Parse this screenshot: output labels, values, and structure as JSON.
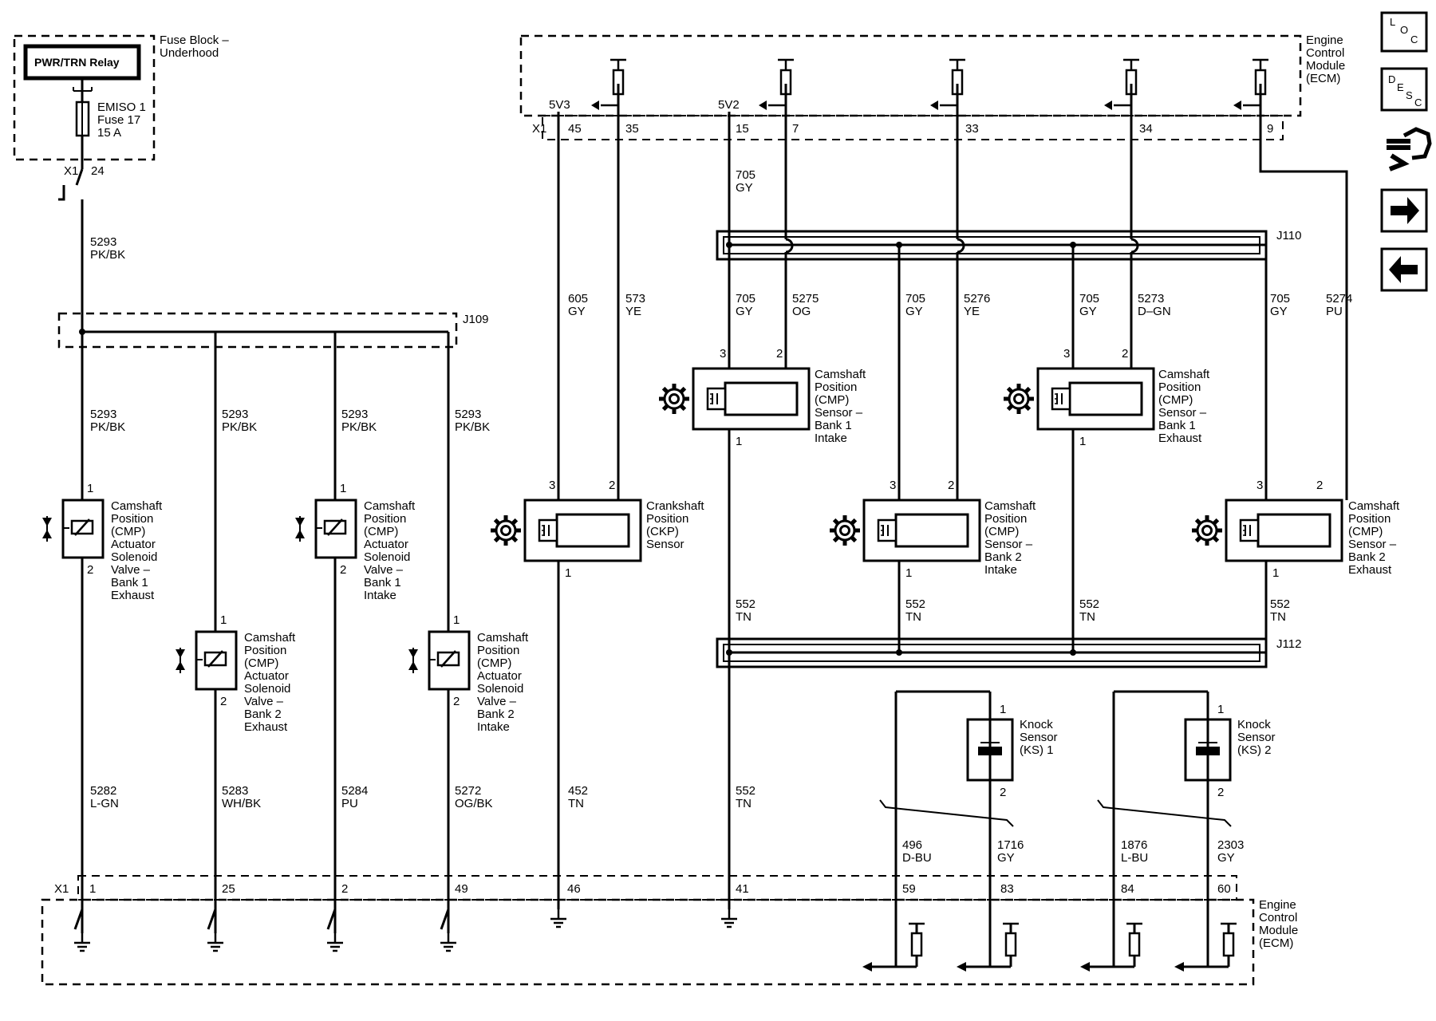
{
  "fuse_block": {
    "title_line1": "Fuse Block –",
    "title_line2": "Underhood",
    "relay": "PWR/TRN Relay",
    "fuse_line1": "EMISO 1",
    "fuse_line2": "Fuse 17",
    "fuse_line3": "15 A",
    "connector": "X1",
    "pin": "24"
  },
  "ecm_top": {
    "title": [
      "Engine",
      "Control",
      "Module",
      "(ECM)"
    ],
    "connector": "X1",
    "ref_5v3": "5V3",
    "ref_5v2": "5V2",
    "pins": [
      "45",
      "35",
      "15",
      "7",
      "33",
      "34",
      "9"
    ]
  },
  "ecm_bottom": {
    "title": [
      "Engine",
      "Control",
      "Module",
      "(ECM)"
    ],
    "connector": "X1",
    "pins": [
      "1",
      "25",
      "2",
      "49",
      "46",
      "41",
      "59",
      "83",
      "84",
      "60"
    ]
  },
  "splices": {
    "j109": "J109",
    "j110": "J110",
    "j112": "J112"
  },
  "wires": {
    "feed": [
      "5293",
      "PK/BK"
    ],
    "s1": [
      "5293",
      "PK/BK"
    ],
    "s2": [
      "5293",
      "PK/BK"
    ],
    "s3": [
      "5293",
      "PK/BK"
    ],
    "s4": [
      "5293",
      "PK/BK"
    ],
    "r1": [
      "5282",
      "L-GN"
    ],
    "r2": [
      "5283",
      "WH/BK"
    ],
    "r3": [
      "5284",
      "PU"
    ],
    "r4": [
      "5272",
      "OG/BK"
    ],
    "ckp_ref": [
      "605",
      "GY"
    ],
    "ckp_sig": [
      "573",
      "YE"
    ],
    "ckp_low": [
      "452",
      "TN"
    ],
    "ref_trunk": [
      "705",
      "GY"
    ],
    "ref_a": [
      "705",
      "GY"
    ],
    "ref_b": [
      "705",
      "GY"
    ],
    "ref_c": [
      "705",
      "GY"
    ],
    "ref_d": [
      "705",
      "GY"
    ],
    "sig_a": [
      "5275",
      "OG"
    ],
    "sig_b": [
      "5276",
      "YE"
    ],
    "sig_c": [
      "5273",
      "D–GN"
    ],
    "sig_d": [
      "5274",
      "PU"
    ],
    "low_a": [
      "552",
      "TN"
    ],
    "low_b": [
      "552",
      "TN"
    ],
    "low_c": [
      "552",
      "TN"
    ],
    "low_d": [
      "552",
      "TN"
    ],
    "low_trunk": [
      "552",
      "TN"
    ],
    "ks1a": [
      "496",
      "D-BU"
    ],
    "ks1b": [
      "1716",
      "GY"
    ],
    "ks2a": [
      "1876",
      "L-BU"
    ],
    "ks2b": [
      "2303",
      "GY"
    ]
  },
  "components": {
    "valve1": [
      "Camshaft",
      "Position",
      "(CMP)",
      "Actuator",
      "Solenoid",
      "Valve –",
      "Bank 1",
      "Exhaust"
    ],
    "valve2": [
      "Camshaft",
      "Position",
      "(CMP)",
      "Actuator",
      "Solenoid",
      "Valve –",
      "Bank 2",
      "Exhaust"
    ],
    "valve3": [
      "Camshaft",
      "Position",
      "(CMP)",
      "Actuator",
      "Solenoid",
      "Valve –",
      "Bank 1",
      "Intake"
    ],
    "valve4": [
      "Camshaft",
      "Position",
      "(CMP)",
      "Actuator",
      "Solenoid",
      "Valve –",
      "Bank 2",
      "Intake"
    ],
    "ckp": [
      "Crankshaft",
      "Position",
      "(CKP)",
      "Sensor"
    ],
    "cmp_b1i": [
      "Camshaft",
      "Position",
      "(CMP)",
      "Sensor –",
      "Bank 1",
      "Intake"
    ],
    "cmp_b1e": [
      "Camshaft",
      "Position",
      "(CMP)",
      "Sensor –",
      "Bank 1",
      "Exhaust"
    ],
    "cmp_b2i": [
      "Camshaft",
      "Position",
      "(CMP)",
      "Sensor –",
      "Bank 2",
      "Intake"
    ],
    "cmp_b2e": [
      "Camshaft",
      "Position",
      "(CMP)",
      "Sensor –",
      "Bank 2",
      "Exhaust"
    ],
    "ks1": [
      "Knock",
      "Sensor",
      "(KS) 1"
    ],
    "ks2": [
      "Knock",
      "Sensor",
      "(KS) 2"
    ]
  },
  "comp_pins": {
    "p1": "1",
    "p2": "2",
    "p3": "3"
  },
  "nav": {
    "loc": [
      "L",
      "O",
      "C"
    ],
    "desc": [
      "D",
      "E",
      "S",
      "C"
    ]
  },
  "icons": [
    "loc-icon",
    "desc-icon",
    "wrench-hand-icon",
    "next-arrow-icon",
    "back-arrow-icon",
    "gear-icon",
    "ground-icon"
  ]
}
